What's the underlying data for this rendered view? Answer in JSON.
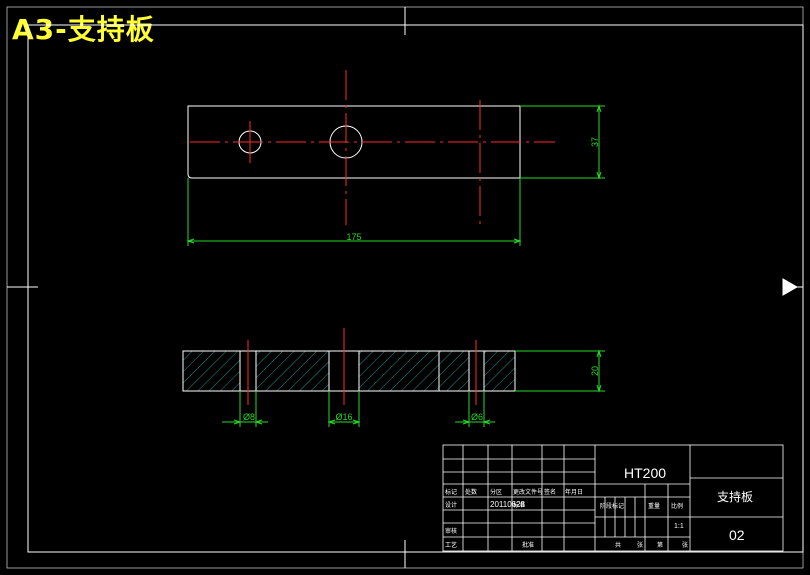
{
  "page": {
    "title": "A3-支持板"
  },
  "drawing": {
    "top_view": {
      "length_dim": "175",
      "height_dim": "37"
    },
    "section_view": {
      "height_dim": "20",
      "hole_dims": [
        "Ø8",
        "Ø16",
        "Ø6"
      ]
    },
    "colors": {
      "background": "#000000",
      "outline": "#ffffff",
      "center_line": "#ff2a2a",
      "dimension": "#27d827",
      "hatch": "#1fb7b7",
      "title_text": "#ffff33"
    }
  },
  "title_block": {
    "material": "HT200",
    "part_name": "支持板",
    "drawing_no": "02",
    "designer_label": "设计",
    "designer_date": "20110628",
    "designer_extra": "标准",
    "review_label": "审核",
    "process_label": "工艺",
    "approve_label": "批准",
    "row_labels": [
      "标记",
      "处数",
      "分区",
      "更改文件号",
      "签名",
      "年月日"
    ],
    "stage_label": "阶段标记",
    "weight_label": "重量",
    "scale_label": "比例",
    "scale_value": "1:1",
    "sheet_label": "共",
    "sheet_count": "张",
    "sheet_no_label": "第",
    "sheet_no_unit": "张"
  }
}
